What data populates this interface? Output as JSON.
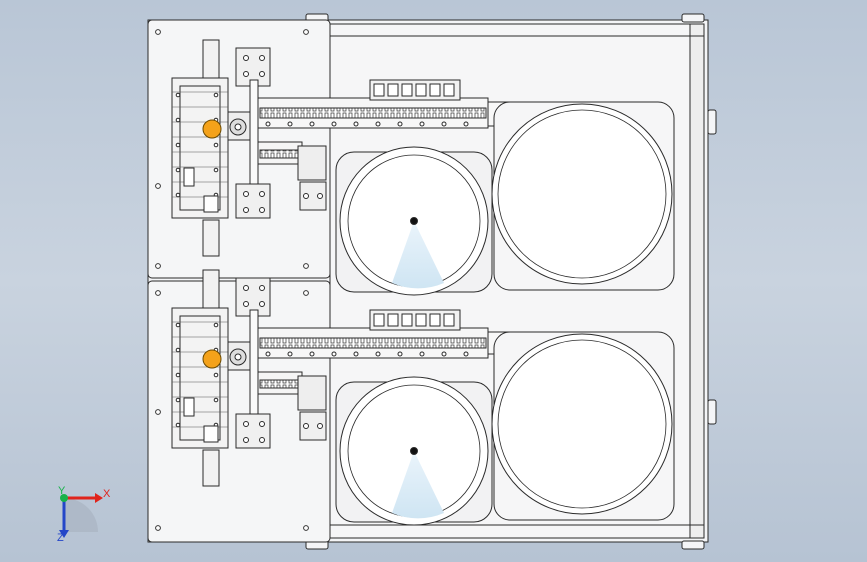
{
  "viewport": {
    "background": "#c2cddb",
    "model_fill": "#f4f5f7",
    "line_color": "#2a2a2a",
    "accent_orange": "#f4a21a",
    "disc_highlight": "#d8ecf8"
  },
  "triad": {
    "x_label": "X",
    "y_label": "Y",
    "z_label": "Z",
    "x_color": "#e0241c",
    "y_color": "#18b24a",
    "z_color": "#2446c8"
  }
}
